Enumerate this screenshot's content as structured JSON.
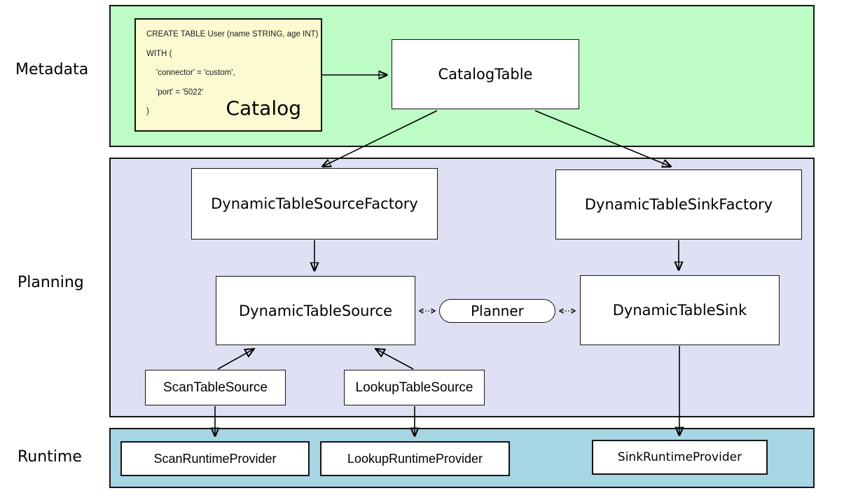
{
  "layers": {
    "metadata": "Metadata",
    "planning": "Planning",
    "runtime": "Runtime"
  },
  "catalog": {
    "label": "Catalog",
    "sql_lines": [
      "CREATE TABLE User (name STRING, age INT)",
      "WITH (",
      "'connector' = 'custom',",
      "'port' = '5022'",
      ")"
    ]
  },
  "nodes": {
    "catalog_table": "CatalogTable",
    "dynamic_table_source_factory": "DynamicTableSourceFactory",
    "dynamic_table_sink_factory": "DynamicTableSinkFactory",
    "dynamic_table_source": "DynamicTableSource",
    "dynamic_table_sink": "DynamicTableSink",
    "planner": "Planner",
    "scan_table_source": "ScanTableSource",
    "lookup_table_source": "LookupTableSource",
    "scan_runtime_provider": "ScanRuntimeProvider",
    "lookup_runtime_provider": "LookupRuntimeProvider",
    "sink_runtime_provider": "SinkRuntimeProvider"
  },
  "colors": {
    "metadata_layer": "#bdfcc4",
    "planning_layer": "#e0e0f4",
    "runtime_layer": "#a6d5e3",
    "catalog_box": "#fbfad0",
    "node_fill": "#ffffff",
    "line": "#000000"
  }
}
